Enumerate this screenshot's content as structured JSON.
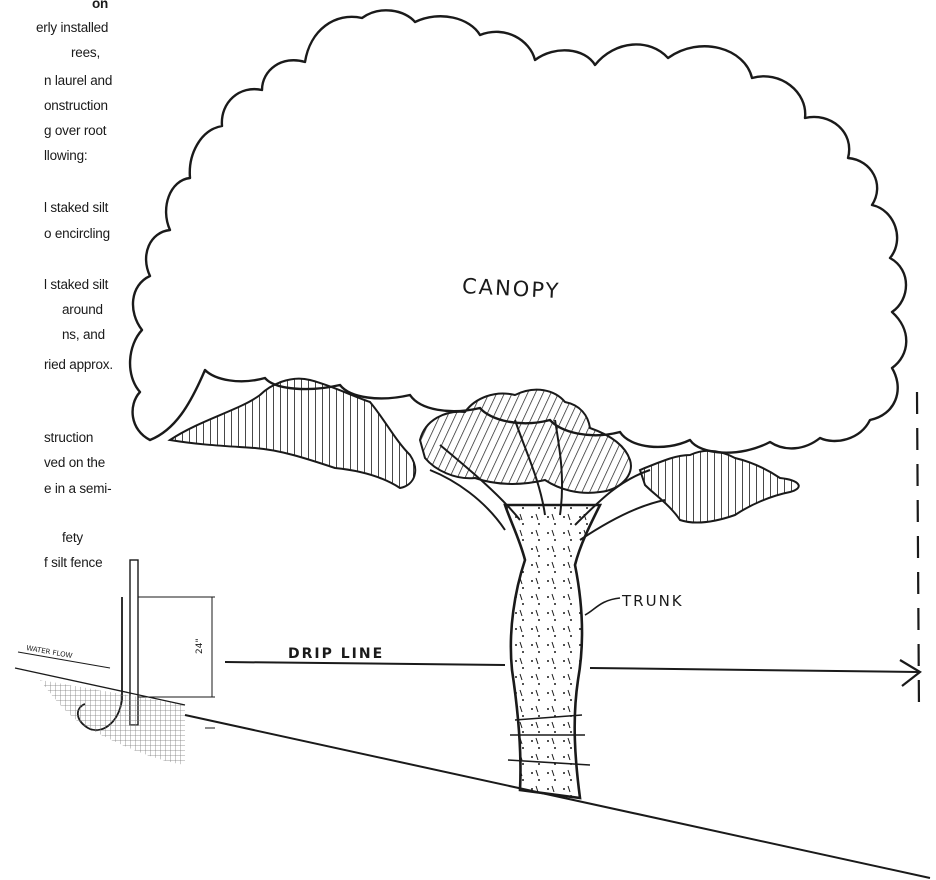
{
  "notes_text": {
    "lines": [
      "on",
      "erly installed",
      "rees,",
      "n laurel and",
      "onstruction",
      "g over root",
      "llowing:",
      "l staked silt",
      "o encircling",
      "l staked silt",
      "around",
      "ns, and",
      "ried approx.",
      "struction",
      "ved on the",
      "e in a semi-",
      "fety",
      "f silt fence"
    ]
  },
  "diagram_labels": {
    "canopy": "CANOPY",
    "trunk": "TRUNK",
    "drip_line": "DRIP LINE",
    "water_flow": "WATER FLOW",
    "dimension": "24\""
  }
}
